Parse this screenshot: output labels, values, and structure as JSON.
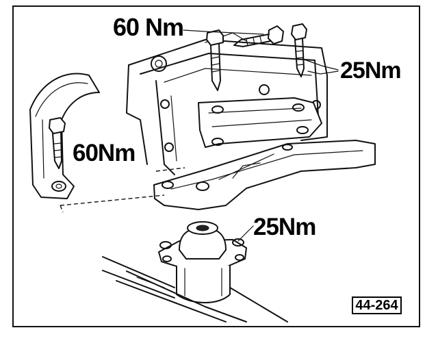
{
  "torque_labels": {
    "top_bolt": "60 Nm",
    "right_bolts": "25Nm",
    "bracket_bolt": "60Nm",
    "mount_bolts": "25Nm"
  },
  "figure_number": "44-264"
}
